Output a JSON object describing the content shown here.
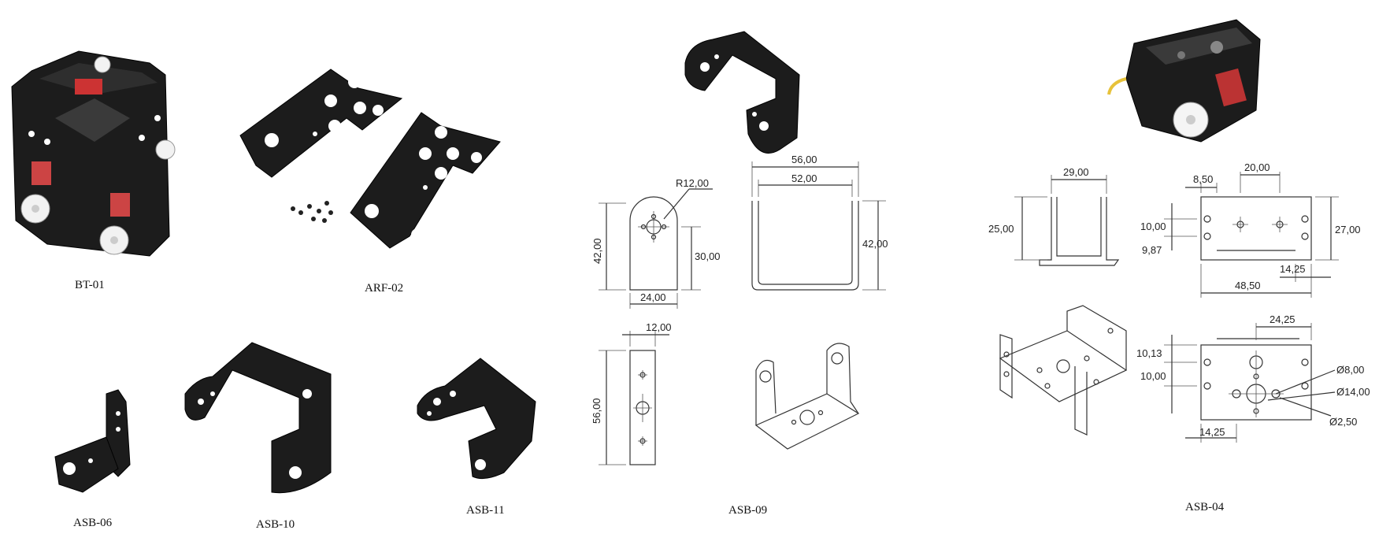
{
  "parts": {
    "bt01": "BT-01",
    "arf02": "ARF-02",
    "asb06": "ASB-06",
    "asb10": "ASB-10",
    "asb11": "ASB-11",
    "asb09": "ASB-09",
    "asb04": "ASB-04"
  },
  "asb09_dims": {
    "r12": "R12,00",
    "h42_left": "42,00",
    "h30": "30,00",
    "w24": "24,00",
    "w12": "12,00",
    "h56": "56,00",
    "w56_top": "56,00",
    "w52": "52,00",
    "h42_right": "42,00"
  },
  "asb04_dims": {
    "w29": "29,00",
    "h25": "25,00",
    "w20": "20,00",
    "w8_50": "8,50",
    "h10_top": "10,00",
    "h9_87": "9,87",
    "h27": "27,00",
    "w14_25_top": "14,25",
    "w48_50": "48,50",
    "w24_25": "24,25",
    "h10_13": "10,13",
    "h10_bottom": "10,00",
    "d8": "Ø8,00",
    "d14": "Ø14,00",
    "d2_5": "Ø2,50",
    "w14_25_bottom": "14,25"
  },
  "colors": {
    "part": "#1c1c1c",
    "line": "#333333",
    "background": "#ffffff"
  }
}
